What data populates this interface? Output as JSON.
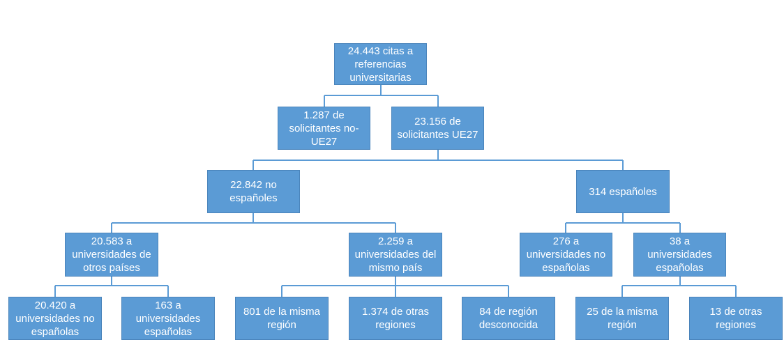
{
  "colors": {
    "node_fill": "#5b9bd5",
    "connector": "#5b9bd5",
    "text": "#ffffff"
  },
  "nodes": {
    "root": "24.443 citas a\nreferencias\nuniversitarias",
    "non_eu27": "1.287 de\nsolicitantes no-\nUE27",
    "eu27": "23.156 de\nsolicitantes UE27",
    "non_spanish": "22.842 no\nespañoles",
    "spanish": "314 españoles",
    "other_countries": "20.583 a\nuniversidades de\notros países",
    "same_country": "2.259 a\nuniversidades del\nmismo país",
    "sp_to_non_spanish": "276 a\nuniversidades no\nespañolas",
    "sp_to_spanish": "38 a\nuniversidades\nespañolas",
    "oc_non_spanish": "20.420 a\nuniversidades no\nespañolas",
    "oc_spanish": "163 a\nuniversidades\nespañolas",
    "sc_same_region": "801 de la misma\nregión",
    "sc_other_regions": "1.374 de otras\nregiones",
    "sc_unknown_region": "84 de región\ndesconocida",
    "ss_same_region": "25 de la misma\nregión",
    "ss_other_regions": "13 de otras\nregiones"
  }
}
